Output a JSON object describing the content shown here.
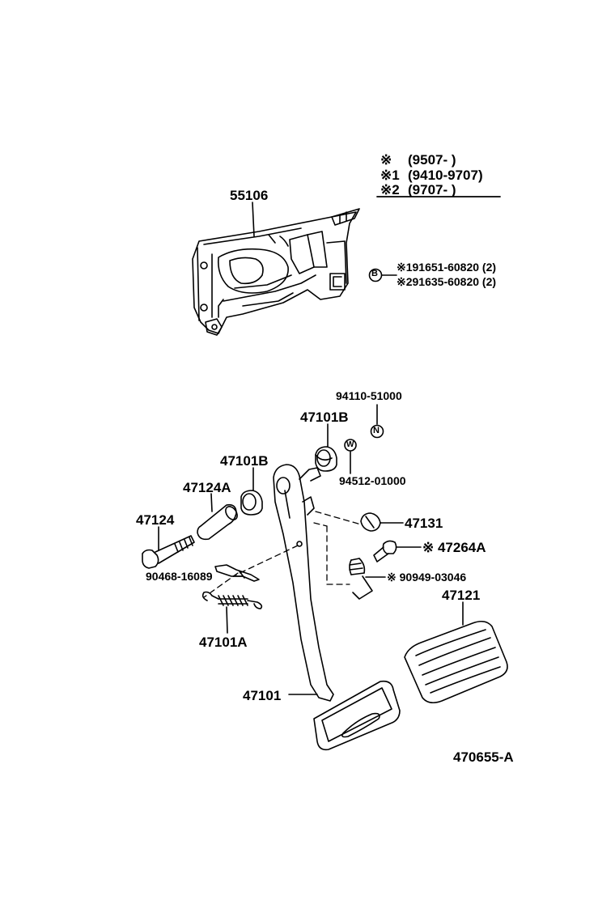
{
  "legend": {
    "rows": [
      {
        "mark": "※",
        "range": "(9507-        )"
      },
      {
        "mark": "※1",
        "range": "(9410-9707)"
      },
      {
        "mark": "※2",
        "range": "(9707-        )"
      }
    ]
  },
  "bolt_note": {
    "symbol": "B",
    "lines": [
      "※191651-60820 (2)",
      "※291635-60820 (2)"
    ]
  },
  "parts": {
    "bracket": "55106",
    "nut_part": "94110-51000",
    "nut_symbol": "N",
    "washer_part": "94512-01000",
    "washer_symbol": "W",
    "bushing_upper": "47101B",
    "bushing_left": "47101B",
    "collar": "47124A",
    "bolt": "47124",
    "clip": "90468-16089",
    "return_spring": "47101A",
    "cushion": "47131",
    "stopper_bolt": "※ 47264A",
    "switch_spring": "※ 90949-03046",
    "pedal_pad": "47121",
    "pedal_arm": "47101"
  },
  "figure_code": "470655-A"
}
